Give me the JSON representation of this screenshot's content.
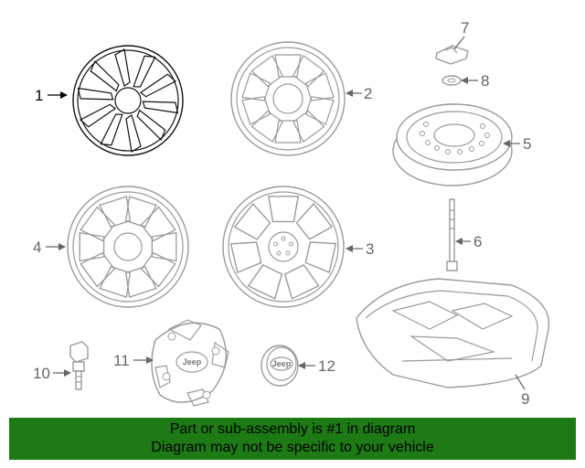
{
  "diagram": {
    "callouts": [
      {
        "id": "1",
        "label": "1",
        "primary": true
      },
      {
        "id": "2",
        "label": "2"
      },
      {
        "id": "3",
        "label": "3"
      },
      {
        "id": "4",
        "label": "4"
      },
      {
        "id": "5",
        "label": "5"
      },
      {
        "id": "6",
        "label": "6"
      },
      {
        "id": "7",
        "label": "7"
      },
      {
        "id": "8",
        "label": "8"
      },
      {
        "id": "9",
        "label": "9"
      },
      {
        "id": "10",
        "label": "10"
      },
      {
        "id": "11",
        "label": "11"
      },
      {
        "id": "12",
        "label": "12"
      }
    ],
    "cap_logo_text": "Jeep"
  },
  "footer": {
    "line1": "Part or sub-assembly is #1 in diagram",
    "line2": "Diagram may not be specific to your vehicle"
  },
  "colors": {
    "footer_bg": "#1d7a14",
    "primary_line": "#111111",
    "secondary_line": "#9a9a9a"
  }
}
